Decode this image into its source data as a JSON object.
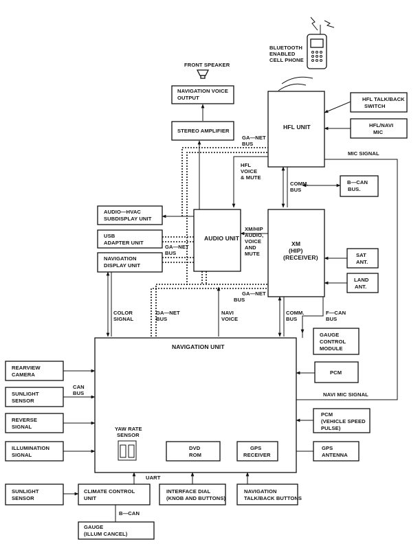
{
  "phone": {
    "label": [
      "BLUETOOTH",
      "ENABLED",
      "CELL PHONE"
    ]
  },
  "front_speaker": {
    "label": "FRONT SPEAKER"
  },
  "blocks": {
    "nav_voice_output": [
      "NAVIGATION VOICE",
      "OUTPUT"
    ],
    "stereo_amp": [
      "STEREO AMPLIFIER"
    ],
    "hfl_unit": [
      "HFL UNIT"
    ],
    "hfl_talk_back": [
      "HFL TALK/BACK",
      "SWITCH"
    ],
    "hfl_navi_mic": [
      "HFL/NAVI",
      "MIC"
    ],
    "bcan_bus": [
      "B—CAN",
      "BUS."
    ],
    "audio_hvac": [
      "AUDIO—HVAC",
      "SUBDISPLAY UNIT"
    ],
    "usb_adapter": [
      "USB",
      "ADAPTER UNIT"
    ],
    "nav_display": [
      "NAVIGATION",
      "DISPLAY UNIT"
    ],
    "audio_unit": [
      "AUDIO UNIT"
    ],
    "xm_unit": [
      "XM",
      "(HIP)",
      "(RECEIVER)"
    ],
    "sat_ant": [
      "SAT",
      "ANT."
    ],
    "land_ant": [
      "LAND",
      "ANT."
    ],
    "gauge_control": [
      "GAUGE",
      "CONTROL",
      "MODULE"
    ],
    "pcm": [
      "PCM"
    ],
    "navigation_unit": [
      "NAVIGATION UNIT"
    ],
    "rearview_camera": [
      "REARVIEW",
      "CAMERA"
    ],
    "sunlight_sensor_1": [
      "SUNLIGHT",
      "SENSOR"
    ],
    "reverse_signal": [
      "REVERSE",
      "SIGNAL"
    ],
    "illumination_signal": [
      "ILLUMINATION",
      "SIGNAL"
    ],
    "yaw_rate": [
      "YAW RATE",
      "SENSOR"
    ],
    "dvd_rom": [
      "DVD",
      "ROM"
    ],
    "gps_receiver": [
      "GPS",
      "RECEIVER"
    ],
    "pcm_speed": [
      "PCM",
      "(VEHICLE SPEED",
      "PULSE)"
    ],
    "gps_antenna": [
      "GPS",
      "ANTENNA"
    ],
    "sunlight_sensor_2": [
      "SUNLIGHT",
      "SENSOR"
    ],
    "climate_control": [
      "CLIMATE CONTROL",
      "UNIT"
    ],
    "interface_dial": [
      "INTERFACE DIAL",
      "(KNOB AND BUTTONS)"
    ],
    "nav_talk_back": [
      "NAVIGATION",
      "TALK/BACK BUTTONS"
    ],
    "gauge_illum": [
      "GAUGE",
      "(ILLUM CANCEL)"
    ]
  },
  "connection_labels": {
    "ganet_top": [
      "GA—NET",
      "BUS"
    ],
    "hfl_voice": [
      "HFL",
      "VOICE",
      "& MUTE"
    ],
    "mic_signal": [
      "MIC SIGNAL"
    ],
    "comm_bus_top": [
      "COMM.",
      "BUS"
    ],
    "xm_hip_audio": [
      "XM/HIP",
      "AUDIO,",
      "VOICE",
      "AND",
      "MUTE"
    ],
    "ganet_left": [
      "GA—NET",
      "BUS"
    ],
    "ganet_mid": [
      "GA—NET",
      "BUS"
    ],
    "color_signal": [
      "COLOR",
      "SIGNAL"
    ],
    "ganet_bottom": [
      "GA—NET",
      "BUS"
    ],
    "navi_voice": [
      "NAVI",
      "VOICE"
    ],
    "comm_bus_bottom": [
      "COMM.",
      "BUS"
    ],
    "fcan_bus": [
      "F—CAN",
      "BUS"
    ],
    "can_bus": [
      "CAN",
      "BUS"
    ],
    "navi_mic_signal": [
      "NAVI MIC SIGNAL"
    ],
    "uart": [
      "UART"
    ],
    "bcan": [
      "B—CAN"
    ]
  }
}
